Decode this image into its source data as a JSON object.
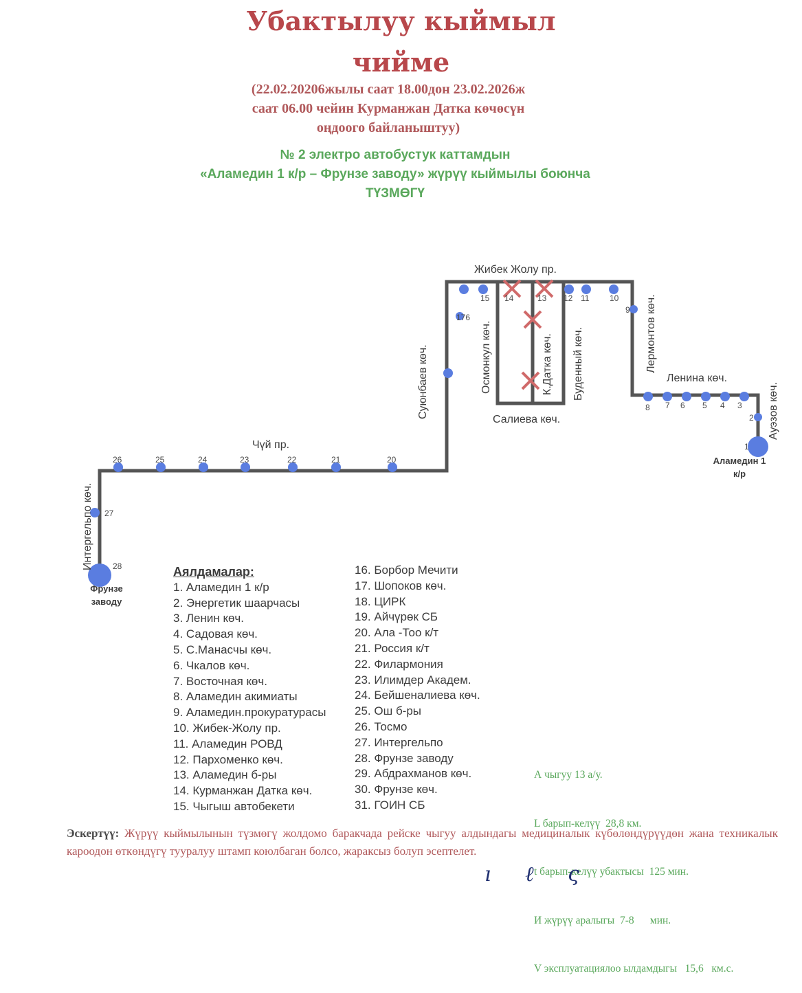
{
  "title": {
    "line1": "Убактылуу кыймыл",
    "line2": "чийме",
    "period1": "(22.02.20206жылы саат 18.00дон 23.02.2026ж",
    "period2": "саат 06.00 чейин Курманжан Датка көчөсүн",
    "period3": "оңдоого байланыштуу)"
  },
  "route": {
    "line1": "№ 2 электро автобустук каттамдын",
    "line2": "«Аламедин 1 к/р – Фрунзе заводу» жүрүү кыймылы боюнча",
    "line3": "ТҮЗМӨГҮ"
  },
  "map": {
    "streets": {
      "zhibek": "Жибек Жолу пр.",
      "chuy": "Чүй пр.",
      "lenina": "Ленина көч.",
      "salieva": "Салиева көч.",
      "suyunbaev": "Суюнбаев көч.",
      "osmonkul": "Осмонкул көч.",
      "kdatka": "К.Датка көч.",
      "budennyi": "Буденный көч.",
      "lermontov": "Лермонтов көч.",
      "auezov": "Ауэзов көч.",
      "intergelpo": "Интергельпо көч."
    },
    "terminal_start": [
      "Аламедин 1",
      "к/р"
    ],
    "terminal_end": [
      "Фрунзе",
      "заводу"
    ],
    "stop_numbers": [
      "1",
      "2",
      "3",
      "4",
      "5",
      "6",
      "7",
      "8",
      "9",
      "10",
      "11",
      "12",
      "13",
      "14",
      "15",
      "176",
      "20",
      "21",
      "22",
      "23",
      "24",
      "25",
      "26",
      "27",
      "28"
    ],
    "closed_marks": 4,
    "colors": {
      "road": "#555555",
      "stop": "#5a7de0",
      "cross": "#d06a6a"
    }
  },
  "stops_heading": "Аялдамалар:",
  "stops": [
    "1. Аламедин 1 к/р",
    "2. Энергетик шаарчасы",
    "3. Ленин көч.",
    "4. Садовая көч.",
    "5. С.Манасчы көч.",
    "6. Чкалов көч.",
    "7. Восточная көч.",
    "8. Аламедин акимиаты",
    "9. Аламедин.прокуратурасы",
    "10. Жибек-Жолу пр.",
    "11. Аламедин РОВД",
    "12. Пархоменко көч.",
    "13. Аламедин б-ры",
    "14. Курманжан Датка көч.",
    "15. Чыгыш автобекети",
    "16. Борбор Мечити",
    "17. Шопоков көч.",
    "18. ЦИРК",
    "19. Айчүрөк СБ",
    "20. Ала -Тоо к/т",
    "21. Россия к/т",
    "22. Филармония",
    "23. Илимдер Академ.",
    "24. Бейшеналиева көч.",
    "25. Ош б-ры",
    "26. Тосмо",
    "27. Интергельпо",
    "28. Фрунзе заводу",
    "29. Абдрахманов көч.",
    "30. Фрунзе көч.",
    "31. ГОИН СБ"
  ],
  "stats": [
    "А чыгуу 13 а/у.",
    "L барып-келүү  28,8 км.",
    "t барып-келүү убактысы  125 мин.",
    "И жүрүү аралыгы  7-8      мин.",
    "V эксплуатациялоо ылдамдыгы   15,6   км.с."
  ],
  "note": {
    "label": "Эскертүү:",
    "text": " Жүрүү кыймылынын түзмөгү жолдомо баракчада рейске чыгуу алдындагы медициналык күбөлөндүрүүдөн жана техникалык кароодон өткөндүгү тууралуу штамп коюлбаган болсо, жараксыз болуп эсептелет."
  }
}
